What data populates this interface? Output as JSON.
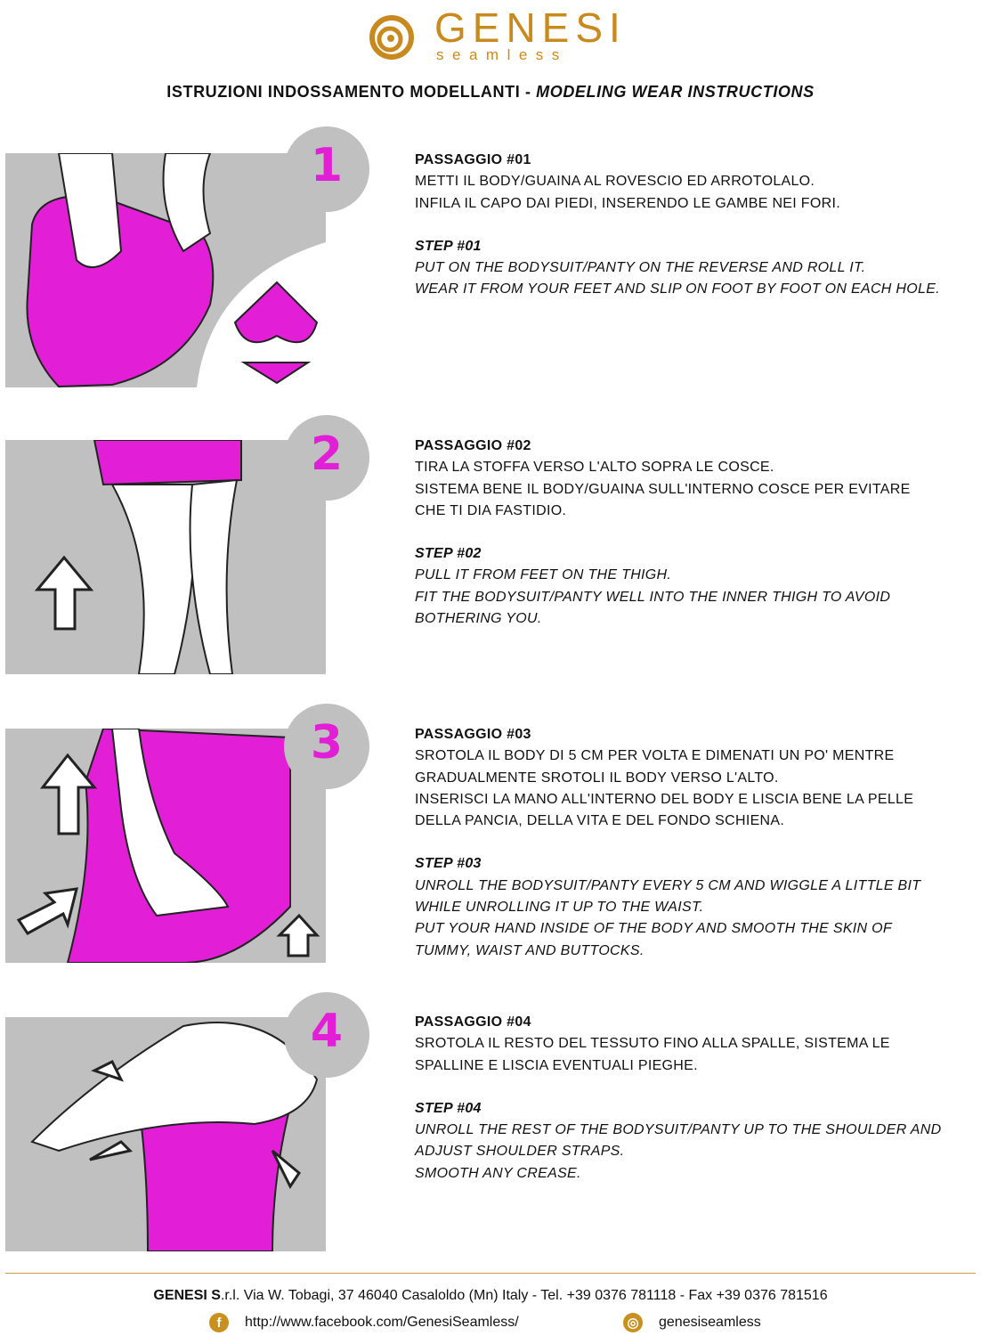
{
  "logo": {
    "brand": "GENESI",
    "tagline": "seamless"
  },
  "heading": {
    "it": "ISTRUZIONI INDOSSAMENTO MODELLANTI",
    "sep": " - ",
    "en": "MODELING WEAR INSTRUCTIONS"
  },
  "steps": [
    {
      "number": "1",
      "it_title": "PASSAGGIO #01",
      "it_lines": [
        "METTI IL BODY/GUAINA AL ROVESCIO ED ARROTOLALO.",
        "INFILA IL CAPO DAI PIEDI, INSERENDO LE GAMBE NEI FORI."
      ],
      "en_title": "STEP #01",
      "en_lines": [
        "PUT ON THE BODYSUIT/PANTY ON THE REVERSE  AND ROLL IT.",
        "WEAR IT FROM YOUR FEET AND SLIP ON FOOT BY FOOT ON EACH HOLE."
      ]
    },
    {
      "number": "2",
      "it_title": "PASSAGGIO #02",
      "it_lines": [
        "TIRA LA STOFFA VERSO L'ALTO SOPRA LE COSCE.",
        "SISTEMA BENE IL BODY/GUAINA SULL'INTERNO COSCE PER EVITARE",
        "CHE TI DIA FASTIDIO."
      ],
      "en_title": "STEP #02",
      "en_lines": [
        "PULL IT FROM FEET ON THE THIGH.",
        "FIT THE BODYSUIT/PANTY WELL INTO THE INNER THIGH TO AVOID",
        "BOTHERING YOU."
      ]
    },
    {
      "number": "3",
      "it_title": "PASSAGGIO #03",
      "it_lines": [
        "SROTOLA IL BODY DI 5 CM PER VOLTA E DIMENATI UN PO' MENTRE",
        "GRADUALMENTE SROTOLI IL BODY VERSO L'ALTO.",
        "INSERISCI LA MANO ALL'INTERNO DEL BODY E LISCIA BENE LA PELLE",
        "DELLA PANCIA, DELLA VITA E DEL FONDO SCHIENA."
      ],
      "en_title": "STEP #03",
      "en_lines": [
        "UNROLL THE BODYSUIT/PANTY EVERY 5 CM AND WIGGLE A LITTLE BIT",
        "WHILE UNROLLING IT UP TO THE WAIST.",
        "PUT YOUR HAND INSIDE OF THE BODY AND SMOOTH THE SKIN OF",
        "TUMMY, WAIST AND BUTTOCKS."
      ]
    },
    {
      "number": "4",
      "it_title": "PASSAGGIO #04",
      "it_lines": [
        "SROTOLA IL RESTO DEL TESSUTO FINO ALLA SPALLE, SISTEMA LE",
        "SPALLINE E LISCIA EVENTUALI PIEGHE."
      ],
      "en_title": "STEP #04",
      "en_lines": [
        "UNROLL THE REST OF THE BODYSUIT/PANTY UP TO THE SHOULDER AND",
        "ADJUST SHOULDER STRAPS.",
        "SMOOTH ANY CREASE."
      ]
    }
  ],
  "footer": {
    "company": "GENESI S",
    "company_suffix": ".r.l.",
    "address": " Via W. Tobagi, 37 46040 Casaloldo (Mn) Italy - Tel. +39 0376 781118 - Fax +39 0376 781516",
    "facebook": "http://www.facebook.com/GenesiSeamless/",
    "instagram": "genesiseamless",
    "facebook_glyph": "f",
    "instagram_glyph": "◎"
  },
  "colors": {
    "accent": "#e21ed6",
    "gold": "#c88a1e",
    "panel": "#c0c0c0"
  }
}
